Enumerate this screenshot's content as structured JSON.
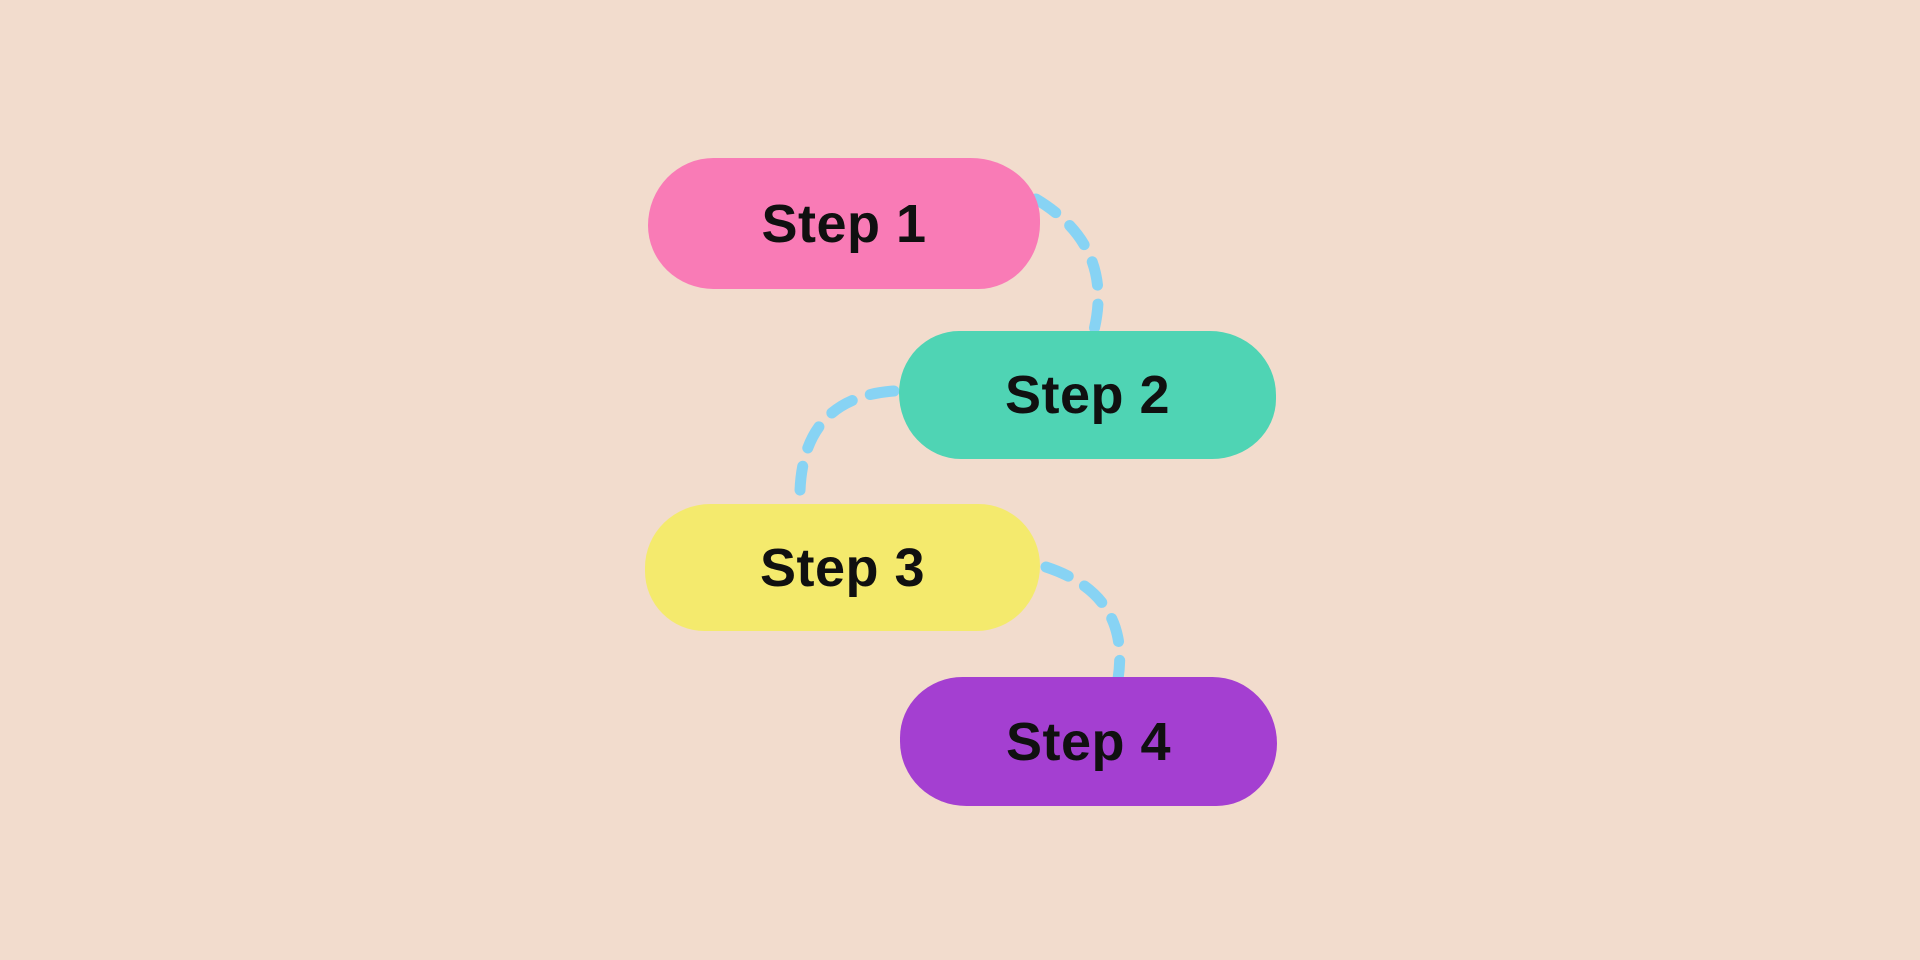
{
  "canvas": {
    "background": "#F2DCCD"
  },
  "diagram": {
    "steps": [
      {
        "label": "Step 1",
        "color": "#F97BB6"
      },
      {
        "label": "Step 2",
        "color": "#4FD4B4"
      },
      {
        "label": "Step 3",
        "color": "#F4EA6D"
      },
      {
        "label": "Step 4",
        "color": "#A43FD1"
      }
    ],
    "connector": {
      "color": "#87D3F4",
      "style": "dashed"
    },
    "label_color": "#101010"
  }
}
